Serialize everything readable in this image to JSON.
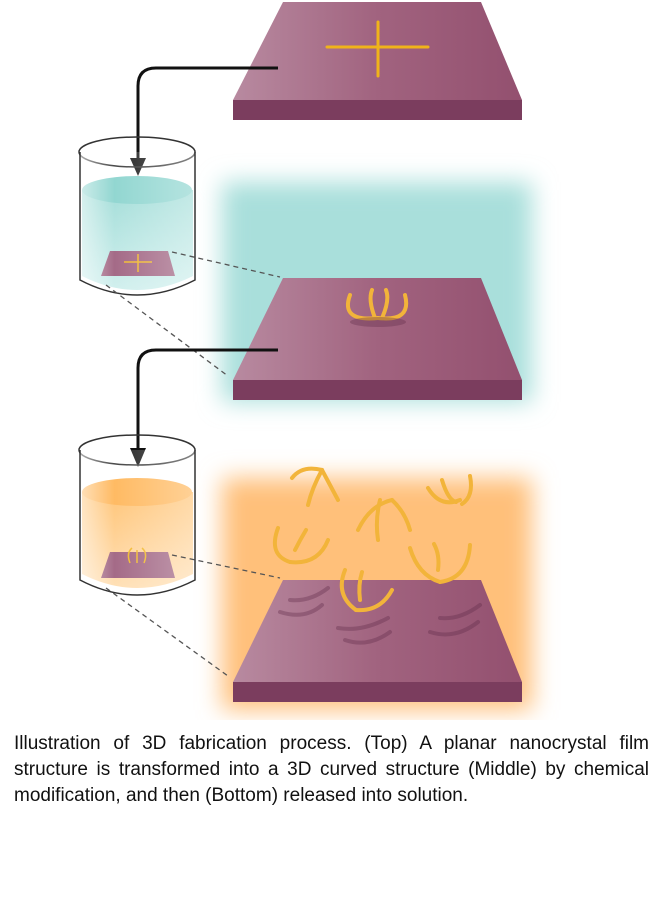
{
  "caption": "Illustration of 3D fabrication process.  (Top) A planar nanocrystal film structure is transformed into a 3D curved structure (Middle) by chemical modification, and then (Bottom) released into solution.",
  "colors": {
    "slab_top": "#a1637f",
    "slab_front": "#7b3d5e",
    "slab_side": "#5f2a48",
    "cross": "#f0b31a",
    "solution_teal": "#a9dfdb",
    "solution_orange": "#ffc07a",
    "nanostructure_gold": "#f2b43a",
    "arrow": "#111111"
  },
  "stages": [
    {
      "name": "top",
      "label": "planar nanocrystal film structure"
    },
    {
      "name": "middle",
      "label": "3D curved structure"
    },
    {
      "name": "bottom",
      "label": "released into solution"
    }
  ]
}
